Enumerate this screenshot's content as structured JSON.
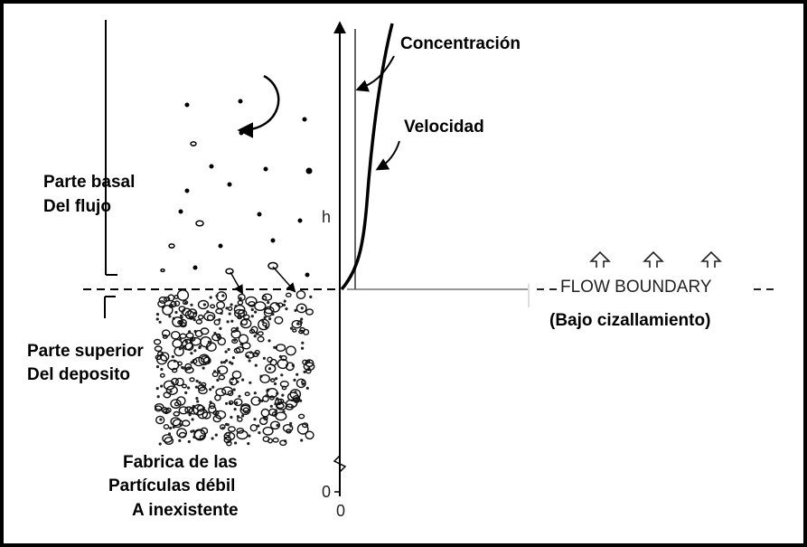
{
  "labels": {
    "concentracion": "Concentración",
    "velocidad": "Velocidad",
    "parte_basal_line1": "Parte basal",
    "parte_basal_line2": "Del flujo",
    "parte_superior_line1": "Parte superior",
    "parte_superior_line2": "Del deposito",
    "fabrica_line1": "Fabrica de las",
    "fabrica_line2": "Partículas débil",
    "fabrica_line3": "A inexistente",
    "flow_boundary": "FLOW BOUNDARY",
    "bajo_cizallamiento": "(Bajo cizallamiento)",
    "h_axis": "h",
    "zero_y": "0",
    "zero_x": "0"
  },
  "colors": {
    "ink": "#000000",
    "background": "#ffffff",
    "frame": "#000000"
  }
}
